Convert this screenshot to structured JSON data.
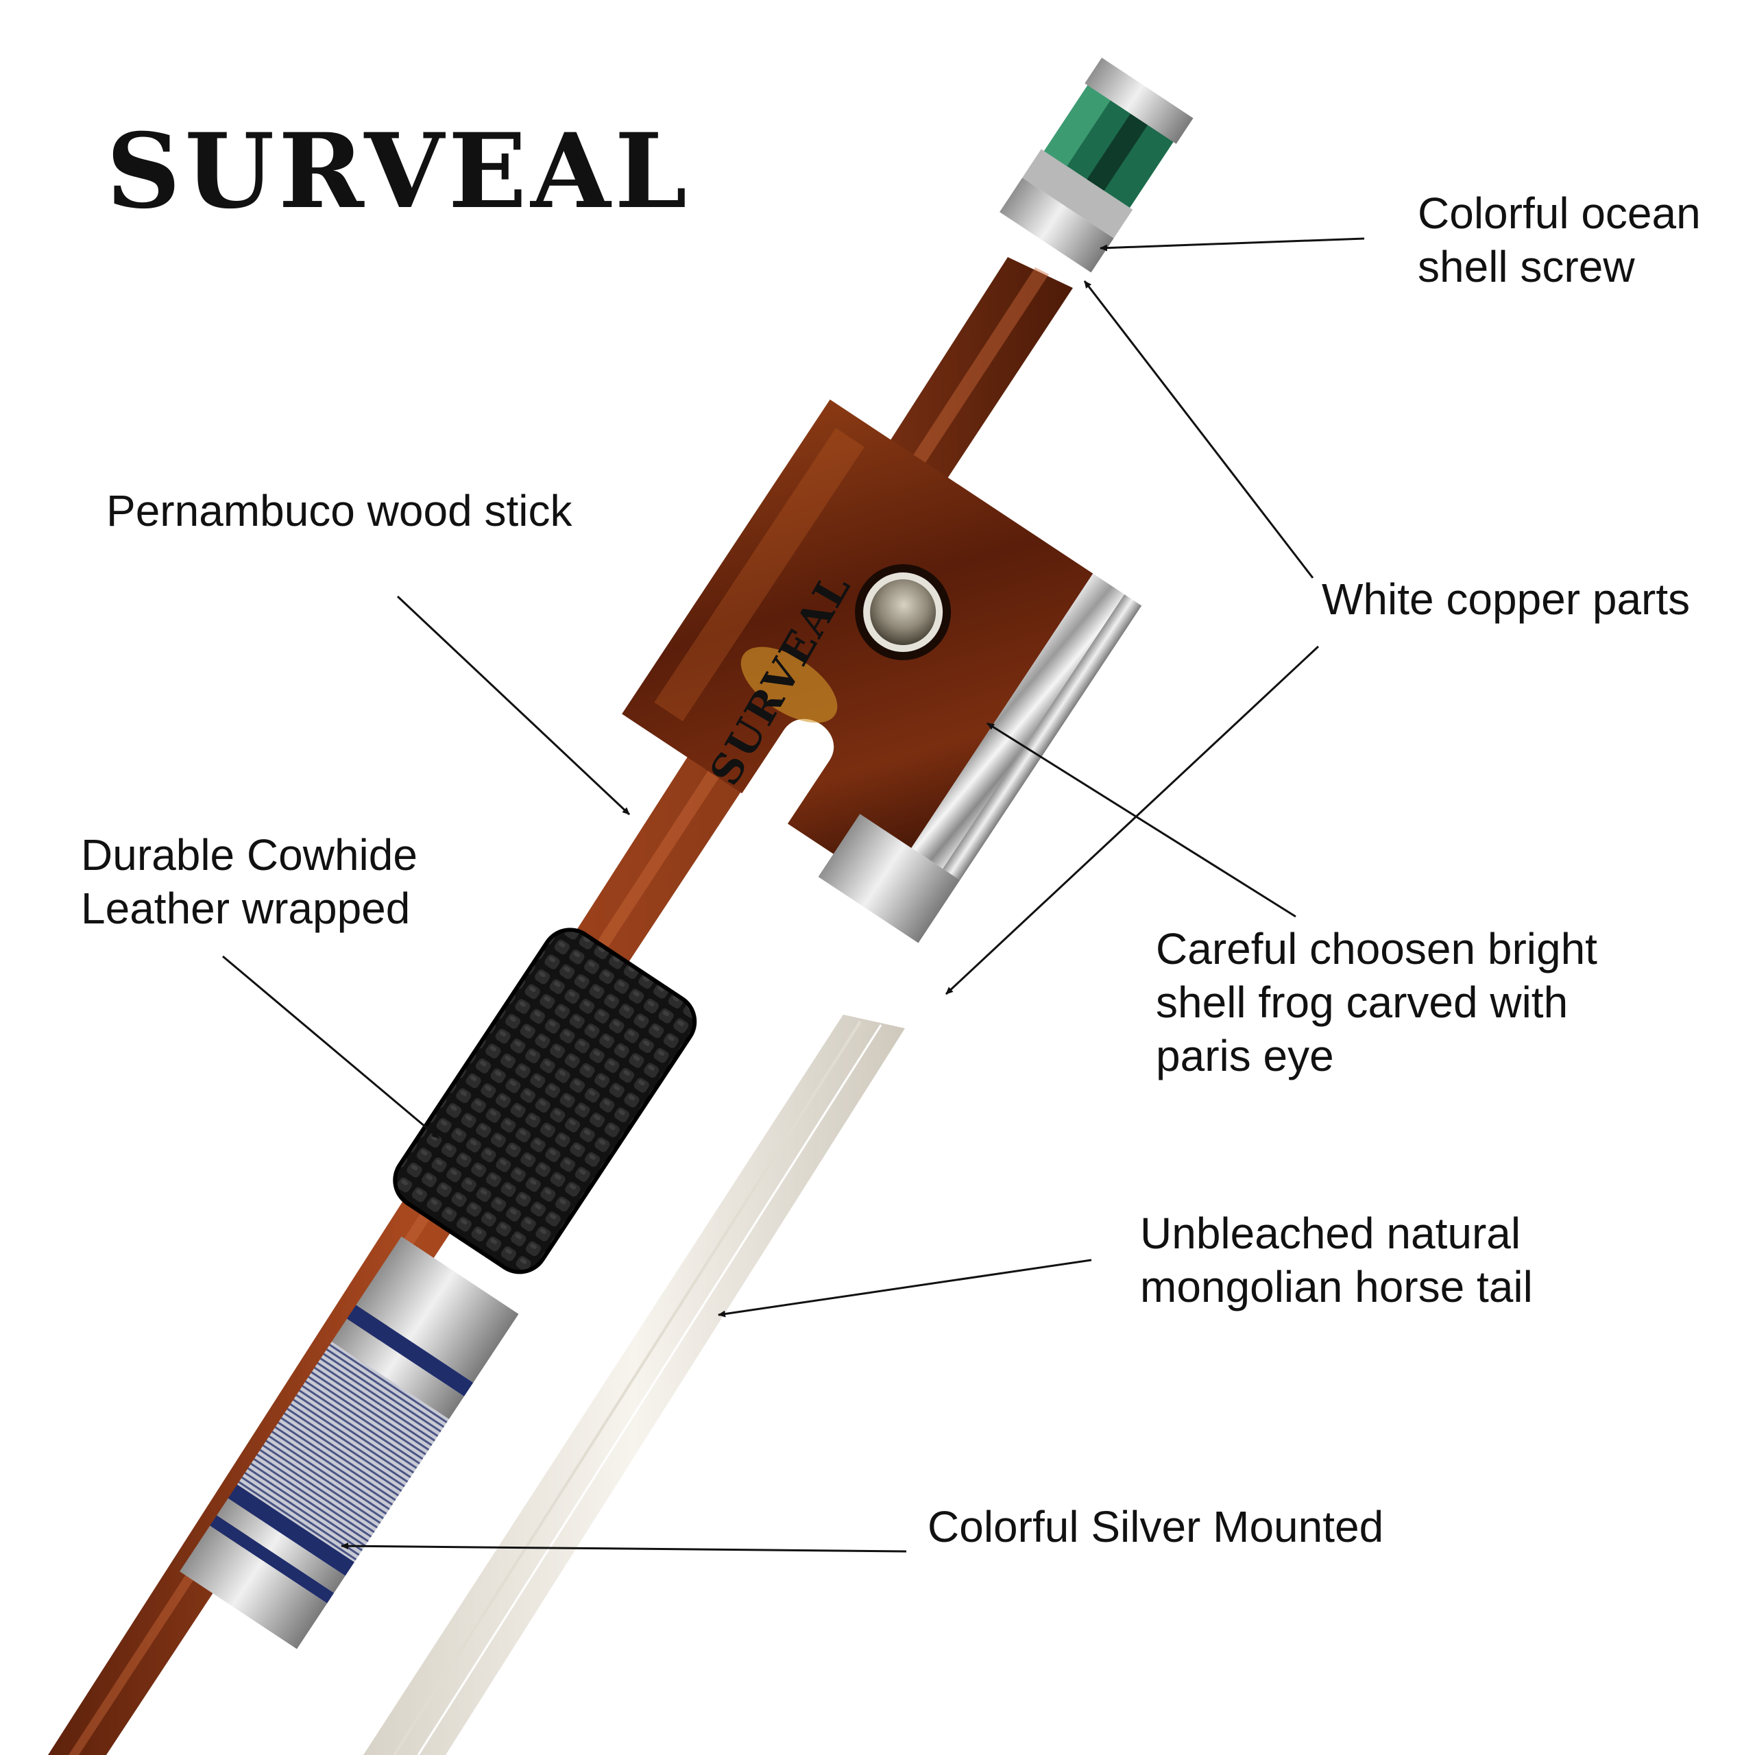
{
  "brand": "SURVEAL",
  "stick_engraving": "SURVEAL",
  "labels": {
    "screw": [
      "Colorful ocean",
      "shell screw"
    ],
    "stick": [
      "Pernambuco wood stick"
    ],
    "copper": [
      "White copper parts"
    ],
    "leather": [
      "Durable Cowhide",
      "Leather wrapped"
    ],
    "frog": [
      "Careful choosen bright",
      "shell frog carved with",
      "paris eye"
    ],
    "hair": [
      "Unbleached natural",
      "mongolian horse tail"
    ],
    "mount": [
      "Colorful Silver Mounted"
    ]
  },
  "icons": [
    "bow-stick-illustration",
    "frog-illustration",
    "screw-illustration",
    "callout-arrow"
  ],
  "colors": {
    "wood": "#8c3a18",
    "frog_tortoise": "#6a2a10",
    "leather": "#1a1a1a",
    "silver": "#c9c9c9",
    "blue_band": "#1f2d6b",
    "hair": "#ece8df",
    "text": "#111111"
  }
}
